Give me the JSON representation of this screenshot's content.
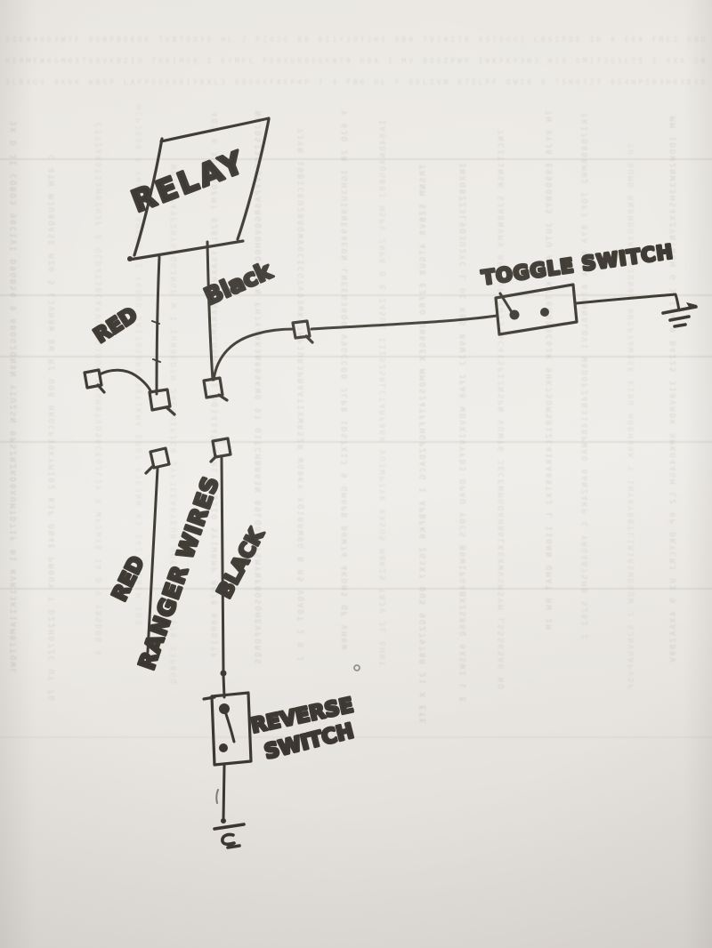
{
  "diagram": {
    "relay": {
      "label": "RELAY"
    },
    "toggle_switch": {
      "label": "TOGGLE SWITCH"
    },
    "reverse_switch": {
      "label_line1": "REVERSE",
      "label_line2": "SWITCH"
    },
    "wires": {
      "relay_red": {
        "label": "RED"
      },
      "relay_black": {
        "label": "Black"
      },
      "ranger_red": {
        "label": "RED"
      },
      "ranger_black": {
        "label": "BLACK"
      },
      "ranger_group": {
        "label": "RANGER WIRES"
      }
    },
    "colors": {
      "ink": "#3a362f",
      "paper": "#eae7e2"
    }
  }
}
